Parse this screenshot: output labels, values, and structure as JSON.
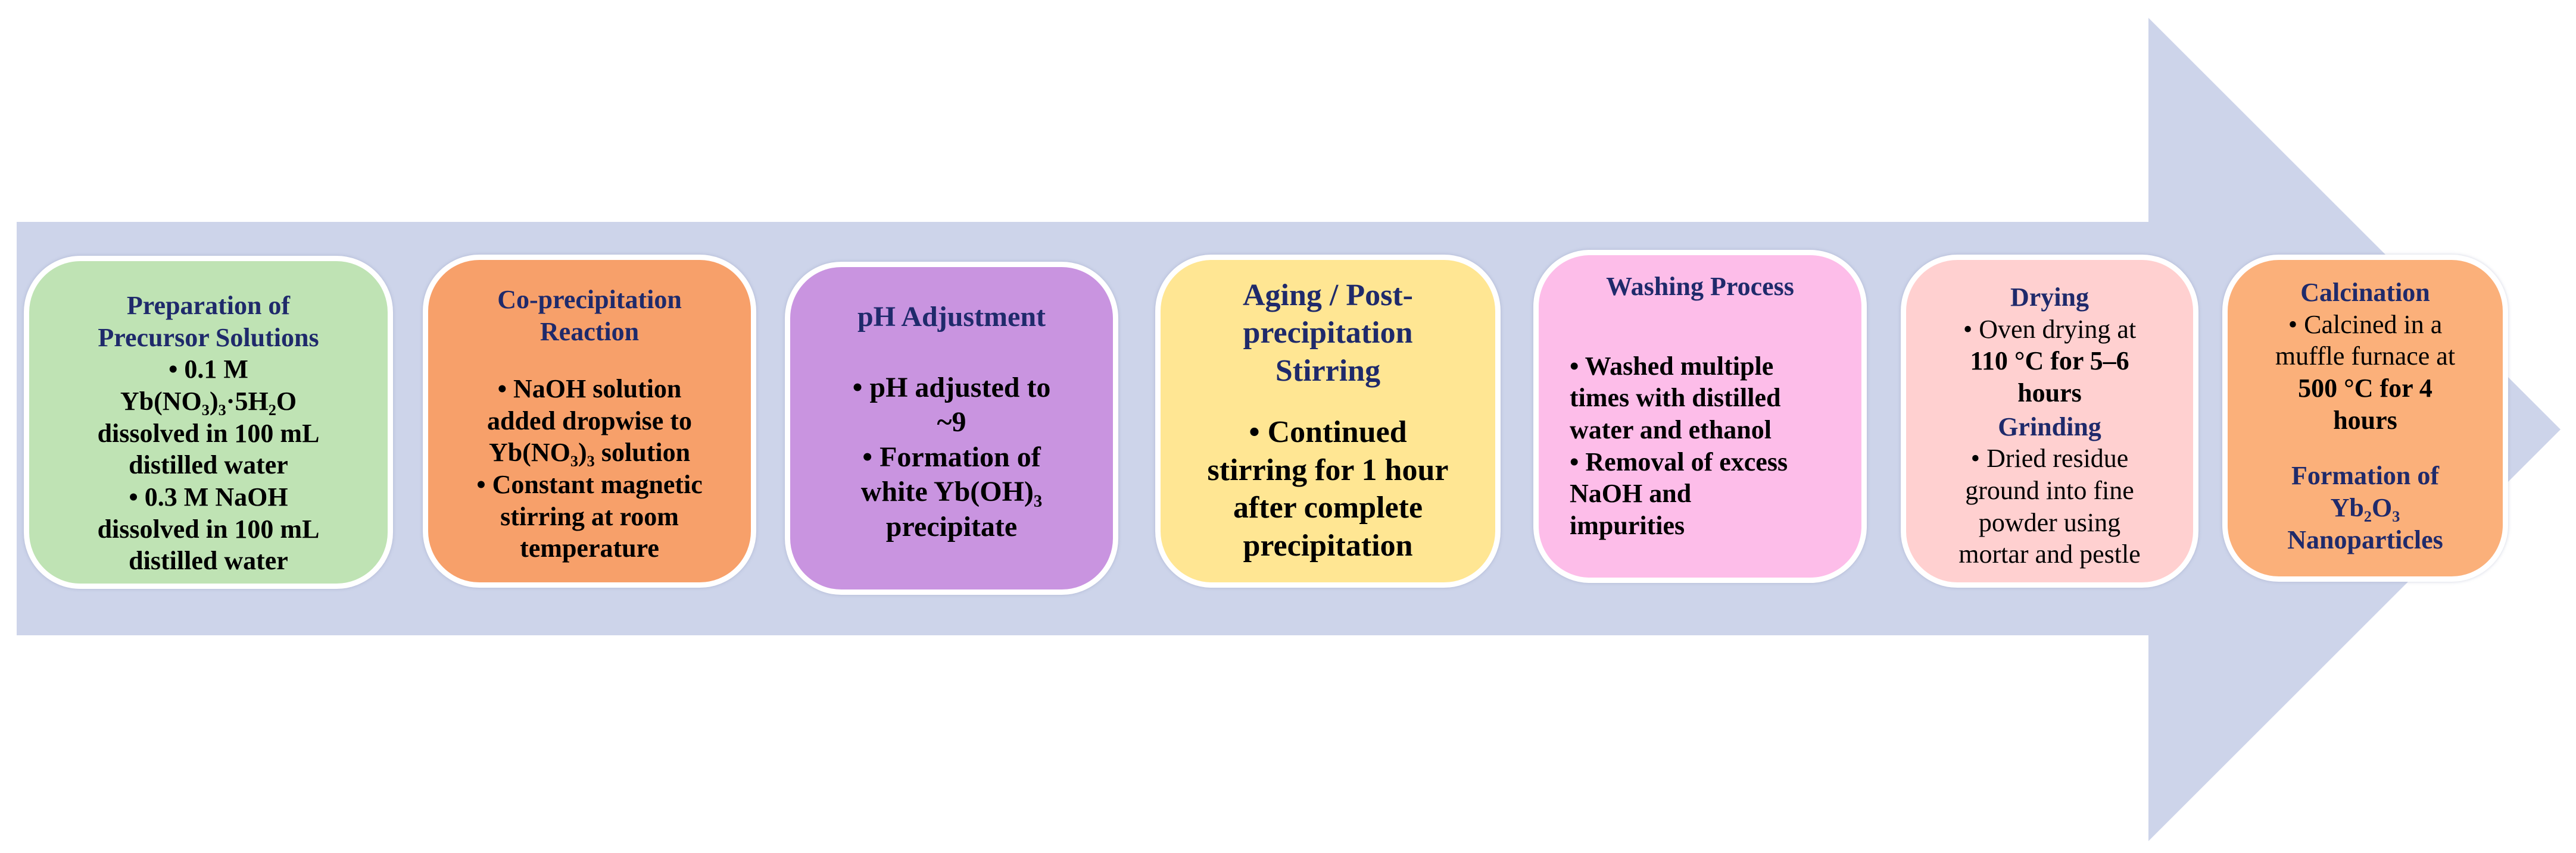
{
  "colors": {
    "arrow": "#cdd4ea",
    "card_border": "#ffffff",
    "title_text": "#1f2a6b",
    "body_text": "#000000",
    "step_1": "#bfe3b4",
    "step_2": "#f7a06a",
    "step_3": "#c994e0",
    "step_4": "#ffe693",
    "step_5": "#fdbde9",
    "step_6": "#ffd0d0",
    "step_7": "#fbb07a"
  },
  "steps": [
    {
      "title_lines": [
        "Preparation of",
        "Precursor Solutions"
      ],
      "body_lines": [
        "• 0.1 M",
        "Yb(NO₃)₃·5H₂O",
        "dissolved in 100 mL",
        "distilled water",
        "• 0.3 M NaOH",
        "dissolved in 100 mL",
        "distilled water"
      ]
    },
    {
      "title_lines": [
        "Co-precipitation",
        "Reaction"
      ],
      "body_lines": [
        "• NaOH solution",
        "added dropwise to",
        "Yb(NO₃)₃ solution",
        "• Constant magnetic",
        "stirring at room",
        "temperature"
      ]
    },
    {
      "title_lines": [
        "pH Adjustment"
      ],
      "body_lines": [
        "• pH adjusted to",
        "~9",
        "• Formation of",
        "white Yb(OH)₃",
        "precipitate"
      ]
    },
    {
      "title_lines": [
        "Aging / Post-",
        "precipitation",
        "Stirring"
      ],
      "body_lines": [
        "• Continued",
        "stirring for 1 hour",
        "after complete",
        "precipitation"
      ]
    },
    {
      "title_lines": [
        "Washing Process"
      ],
      "body_lines": [
        "• Washed multiple",
        "times with distilled",
        "water and ethanol",
        "• Removal of excess",
        "NaOH and",
        "impurities"
      ]
    },
    {
      "title_lines": [
        "Drying"
      ],
      "body_lines": [
        "• Oven drying at",
        "110 °C for 5–6",
        "hours"
      ],
      "subtitle_lines": [
        "Grinding"
      ],
      "body2_lines": [
        "• Dried residue",
        "ground into fine",
        "powder using",
        "mortar and pestle"
      ]
    },
    {
      "title_lines": [
        "Calcination"
      ],
      "body_lines": [
        "• Calcined in a",
        "muffle furnace at",
        "500 °C for 4",
        "hours"
      ],
      "subtitle_lines": [
        "Formation of",
        "Yb₂O₃",
        "Nanoparticles"
      ]
    }
  ]
}
